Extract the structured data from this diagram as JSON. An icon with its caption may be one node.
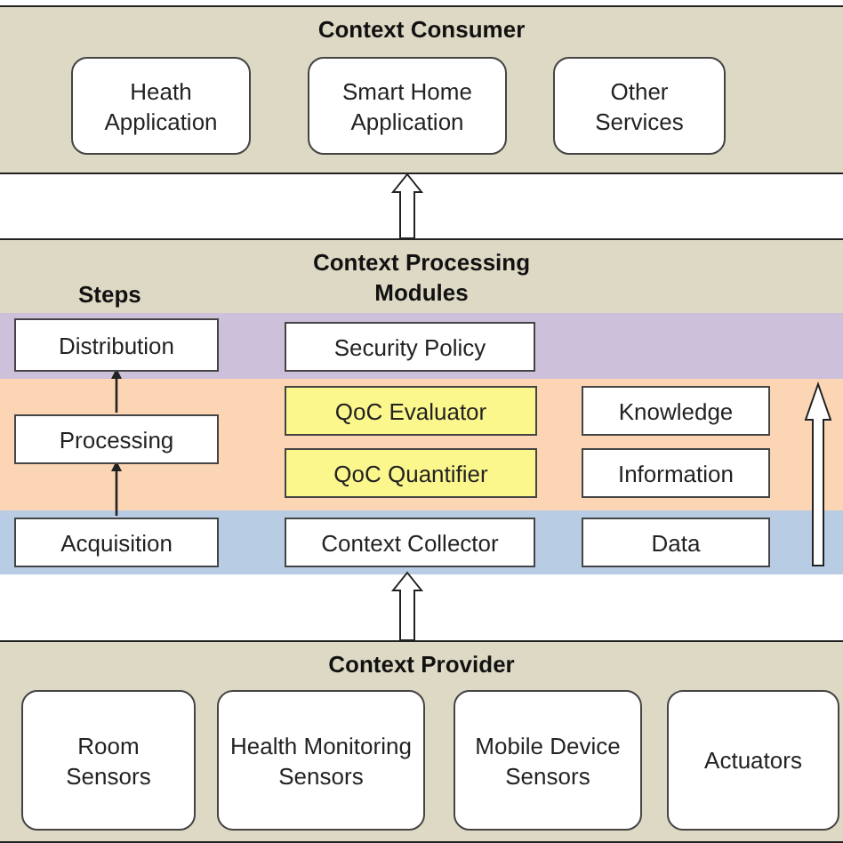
{
  "diagram": {
    "nodes": [
      {
        "text": [
          "Context Consumer"
        ]
      },
      {
        "text": [
          "Heath Application"
        ],
        "in": 0
      },
      {
        "text": [
          "Smart Home Application"
        ],
        "in": 0
      },
      {
        "text": [
          "Other Services"
        ],
        "in": 0
      },
      {
        "text": [
          "Context Processing Modules"
        ]
      },
      {
        "text": [
          "Distribution"
        ],
        "in": 4
      },
      {
        "text": [
          "Security Policy"
        ],
        "in": 4
      },
      {
        "text": [
          "QoC Evaluator"
        ],
        "in": 4
      },
      {
        "text": [
          "Knowledge"
        ],
        "in": 4
      },
      {
        "text": [
          "Processing"
        ],
        "in": 4
      },
      {
        "text": [
          "QoC Quantifier"
        ],
        "in": 4
      },
      {
        "text": [
          "Information"
        ],
        "in": 4
      },
      {
        "text": [
          "Acquisition"
        ],
        "in": 4
      },
      {
        "text": [
          "Context Collector"
        ],
        "in": 4
      },
      {
        "text": [
          "Data"
        ],
        "in": 4
      },
      {
        "text": [
          "Context Provider"
        ]
      },
      {
        "text": [
          "Room Sensors"
        ],
        "in": 15
      },
      {
        "text": [
          "Health Monitoring Sensors"
        ],
        "in": 15
      },
      {
        "text": [
          "Mobile Device Sensors"
        ],
        "in": 15
      },
      {
        "text": [
          "Actuators"
        ],
        "in": 15
      }
    ],
    "edges": [
      {
        "from": 12,
        "to": 9,
        "arrow": "to"
      },
      {
        "from": 9,
        "to": 5,
        "arrow": "to"
      },
      {
        "from": 4,
        "to": 0,
        "arrow": "to",
        "style": "thick"
      },
      {
        "from": 15,
        "to": 4,
        "arrow": "to",
        "style": "thick"
      },
      {
        "from": 14,
        "to": 8,
        "arrow": "to",
        "style": "thick"
      }
    ],
    "labels": [
      "Steps"
    ]
  }
}
